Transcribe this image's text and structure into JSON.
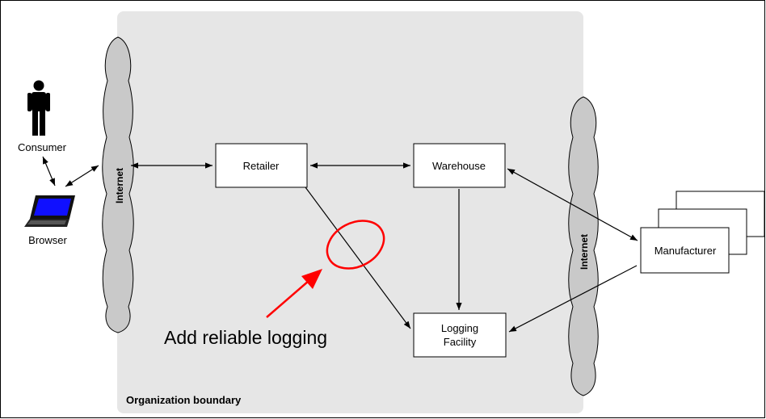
{
  "labels": {
    "consumer": "Consumer",
    "browser": "Browser",
    "internet_left": "Internet",
    "internet_right": "Internet",
    "retailer": "Retailer",
    "warehouse": "Warehouse",
    "logging_line1": "Logging",
    "logging_line2": "Facility",
    "manufacturer": "Manufacturer",
    "annotation": "Add reliable logging",
    "boundary": "Organization boundary"
  },
  "colors": {
    "boundary_fill": "#e6e6e6",
    "cloud_fill": "#c9c9c9",
    "annotation_red": "#ff0000",
    "screen_blue": "#1010ff"
  },
  "icons": [
    "person-icon",
    "laptop-icon"
  ]
}
